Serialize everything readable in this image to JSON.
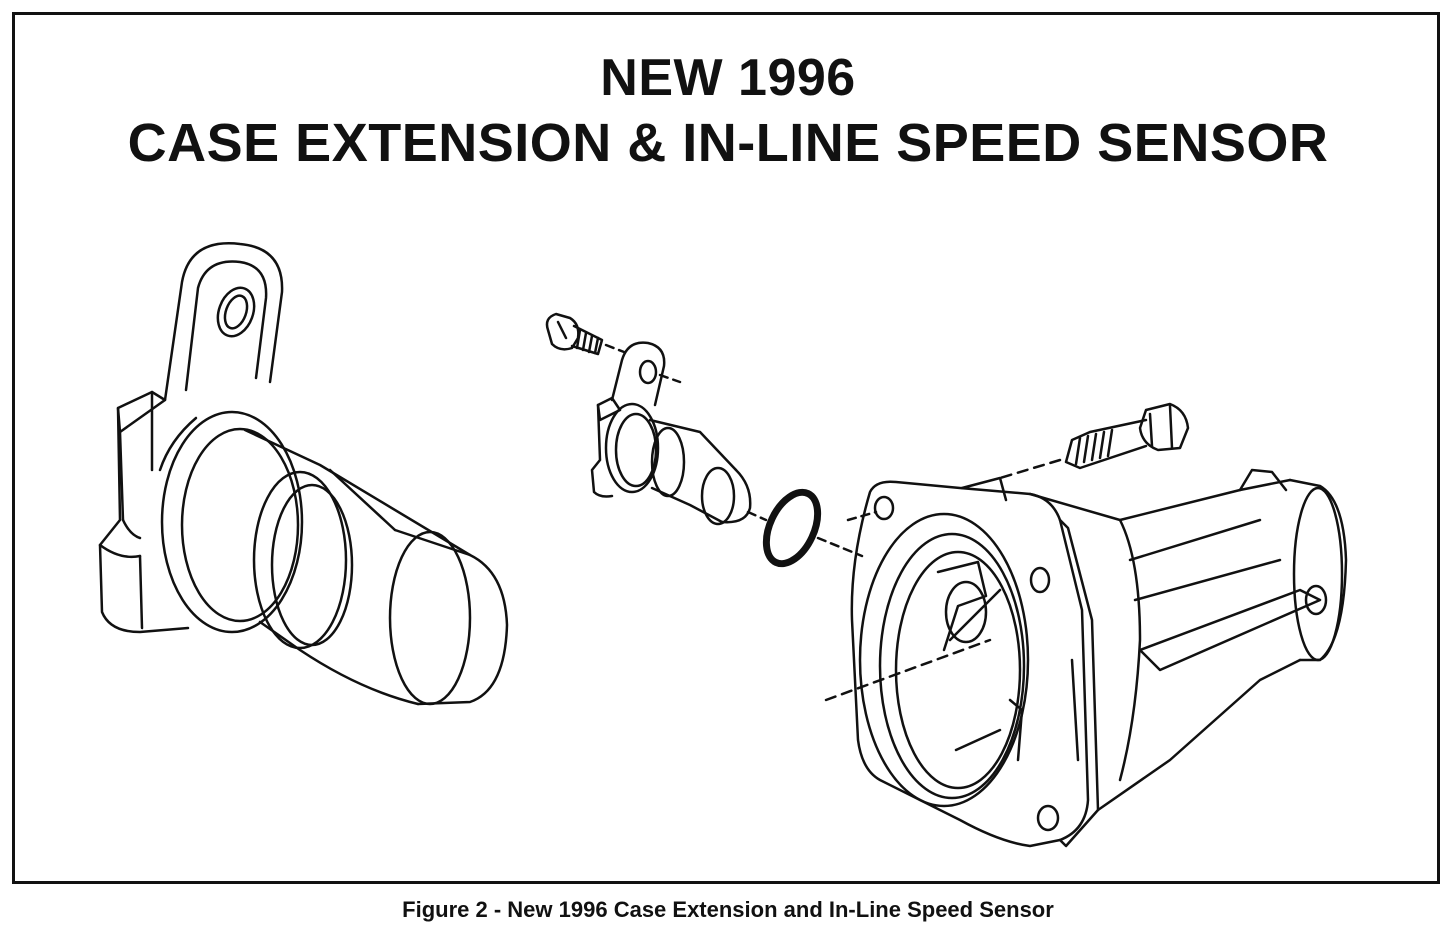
{
  "diagram": {
    "title_line1": "NEW 1996",
    "title_line2": "CASE EXTENSION & IN-LINE SPEED SENSOR",
    "caption": "Figure 2 - New 1996 Case Extension and In-Line Speed Sensor"
  }
}
